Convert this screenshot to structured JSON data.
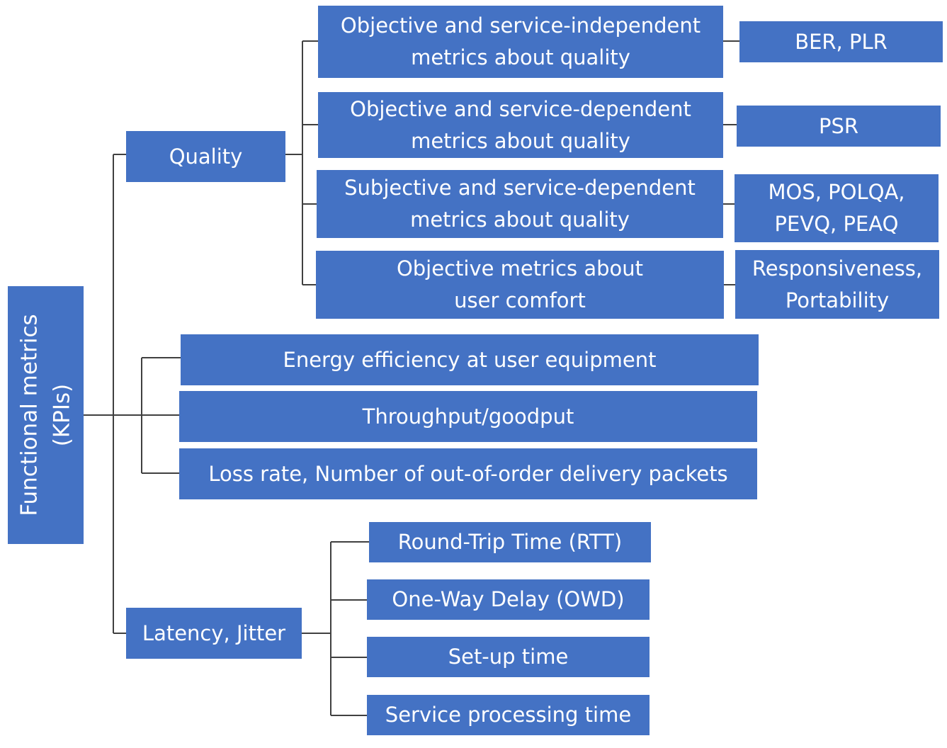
{
  "theme": {
    "box_fill": "#4472C4",
    "line_color": "#404040",
    "text_color": "#FFFFFF",
    "background": "#FFFFFF"
  },
  "root": {
    "line1": "Functional metrics",
    "line2": "(KPIs)"
  },
  "quality": {
    "label": "Quality",
    "children": [
      {
        "label": "Objective and service-independent metrics about quality",
        "example": "BER, PLR"
      },
      {
        "label": "Objective and service-dependent metrics about quality",
        "example": "PSR"
      },
      {
        "label": "Subjective and service-dependent metrics about quality",
        "example": "MOS, POLQA, PEVQ, PEAQ"
      },
      {
        "label": "Objective metrics about user comfort",
        "example": "Responsiveness, Portability"
      }
    ]
  },
  "direct": [
    {
      "label": "Energy efficiency at user equipment"
    },
    {
      "label": "Throughput/goodput"
    },
    {
      "label": "Loss rate, Number of out-of-order delivery packets"
    }
  ],
  "latency": {
    "label": "Latency, Jitter",
    "children": [
      {
        "label": "Round-Trip Time (RTT)"
      },
      {
        "label": "One-Way Delay (OWD)"
      },
      {
        "label": "Set-up time"
      },
      {
        "label": "Service processing time"
      }
    ]
  }
}
